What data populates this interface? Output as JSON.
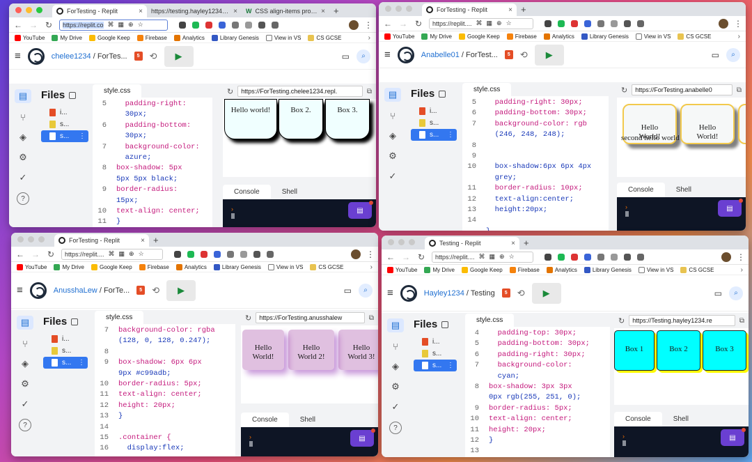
{
  "bookmarks": [
    "YouTube",
    "My Drive",
    "Google Keep",
    "Firebase",
    "Analytics",
    "Library Genesis",
    "View in VS",
    "CS GCSE"
  ],
  "windows": [
    {
      "tabs": [
        "ForTesting - Replit",
        "https://testing.hayley1234.rep",
        "CSS align-items property"
      ],
      "url": "https://replit.co",
      "user": "chelee1234",
      "repl": "ForTes...",
      "file_tab": "style.css",
      "files": [
        "i...",
        "s...",
        "s..."
      ],
      "files_label": "Files",
      "preview_url": "https://ForTesting.chelee1234.repl.",
      "console": "Console",
      "shell": "Shell",
      "lines": [
        {
          "n": "5",
          "t": "  padding-right:"
        },
        {
          "n": "",
          "t": "  30px;"
        },
        {
          "n": "6",
          "t": "  padding-bottom:"
        },
        {
          "n": "",
          "t": "  30px;"
        },
        {
          "n": "7",
          "t": "  background-color:"
        },
        {
          "n": "",
          "t": "  azure;",
          "sw": "#f0ffff"
        },
        {
          "n": "8",
          "t": "box-shadow: 5px"
        },
        {
          "n": "",
          "t": "5px 5px black;",
          "sw": "#000000",
          "swpos": 8
        },
        {
          "n": "9",
          "t": "border-radius:"
        },
        {
          "n": "",
          "t": "15px;"
        },
        {
          "n": "10",
          "t": "text-align: center;"
        },
        {
          "n": "11",
          "t": "}"
        }
      ],
      "boxes": [
        "Hello world!",
        "Box 2.",
        "Box 3."
      ]
    },
    {
      "tabs": [
        "ForTesting - Replit"
      ],
      "url": "https://replit....",
      "user": "Anabelle01",
      "repl": "ForTest...",
      "file_tab": "style.css",
      "files": [
        "i...",
        "s...",
        "s..."
      ],
      "files_label": "Files",
      "preview_url": "https://ForTesting.anabelle0",
      "console": "Console",
      "shell": "Shell",
      "lines": [
        {
          "n": "5",
          "t": "  padding-right: 30px;"
        },
        {
          "n": "6",
          "t": "  padding-bottom: 30px;"
        },
        {
          "n": "7",
          "t": "  background-color: rgb"
        },
        {
          "n": "",
          "t": "  (246, 248, 248);"
        },
        {
          "n": "8",
          "t": ""
        },
        {
          "n": "9",
          "t": ""
        },
        {
          "n": "10",
          "t": "  box-shadow:6px 6px 4px"
        },
        {
          "n": "",
          "t": "  grey;"
        },
        {
          "n": "11",
          "t": "  border-radius: 10px;"
        },
        {
          "n": "12",
          "t": "  text-align:center;"
        },
        {
          "n": "13",
          "t": "  height:20px;"
        },
        {
          "n": "14",
          "t": ""
        },
        {
          "n": "",
          "t": "}"
        }
      ],
      "boxes": [
        "Hello World!",
        "Hello World!"
      ],
      "extra": "second hello world"
    },
    {
      "tabs": [
        "ForTesting - Replit"
      ],
      "url": "https://replit....",
      "user": "AnusshaLew",
      "repl": "ForTe...",
      "file_tab": "style.css",
      "files": [
        "i...",
        "s...",
        "s..."
      ],
      "files_label": "Files",
      "preview_url": "https://ForTesting.anusshalew",
      "console": "Console",
      "shell": "Shell",
      "lines": [
        {
          "n": "7",
          "t": "background-color: rgba"
        },
        {
          "n": "",
          "t": "(128, 0, 128, 0.247);"
        },
        {
          "n": "8",
          "t": ""
        },
        {
          "n": "9",
          "t": "box-shadow: 6px 6px"
        },
        {
          "n": "",
          "t": "9px #c99adb;"
        },
        {
          "n": "10",
          "t": "border-radius: 5px;"
        },
        {
          "n": "11",
          "t": "text-align: center;"
        },
        {
          "n": "12",
          "t": "height: 20px;"
        },
        {
          "n": "13",
          "t": "}"
        },
        {
          "n": "14",
          "t": ""
        },
        {
          "n": "15",
          "t": ".container {"
        },
        {
          "n": "16",
          "t": "  display:flex;"
        }
      ],
      "boxes": [
        "Hello World!",
        "Hello World 2!",
        "Hello World 3!"
      ]
    },
    {
      "tabs": [
        "Testing - Replit"
      ],
      "url": "https://replit....",
      "user": "Hayley1234",
      "repl": "Testing",
      "file_tab": "style.css",
      "files": [
        "i...",
        "s...",
        "s..."
      ],
      "files_label": "Files",
      "preview_url": "https://Testing.hayley1234.re",
      "console": "Console",
      "shell": "Shell",
      "lines": [
        {
          "n": "4",
          "t": "  padding-top: 30px;"
        },
        {
          "n": "5",
          "t": "  padding-bottom: 30px;"
        },
        {
          "n": "6",
          "t": "  padding-right: 30px;"
        },
        {
          "n": "7",
          "t": "  background-color:"
        },
        {
          "n": "",
          "t": "  cyan;"
        },
        {
          "n": "8",
          "t": "box-shadow: 3px 3px"
        },
        {
          "n": "",
          "t": "0px rgb(255, 251, 0);"
        },
        {
          "n": "9",
          "t": "border-radius: 5px;"
        },
        {
          "n": "10",
          "t": "text-align: center;"
        },
        {
          "n": "11",
          "t": "height: 20px;"
        },
        {
          "n": "12",
          "t": "}"
        },
        {
          "n": "13",
          "t": ""
        }
      ],
      "boxes": [
        "Box 1",
        "Box 2",
        "Box 3"
      ]
    }
  ],
  "colors": {
    "accent": "#3377f0",
    "run": "#1b8a3a",
    "console_bg": "#0e1525",
    "fab": "#6a3fd1"
  }
}
